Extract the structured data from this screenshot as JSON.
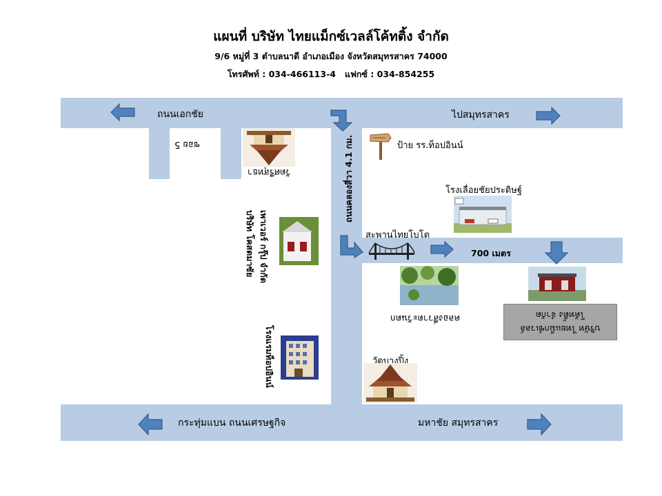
{
  "header": {
    "title": "แผนที่ บริษัท ไทยแม็กซ์เวลล์โค้ทติ้ง จำกัด",
    "address": "9/6 หมู่ที่ 3 ตำบลนาดี อำเภอเมือง จังหวัดสมุทรสาคร 74000",
    "phone": "โทรศัพท์ : 034-466113-4   แฟกซ์ : 034-854255"
  },
  "roads": {
    "top_left": "ถนนเอกชัย",
    "top_right": "ไปสมุทรสาคร",
    "vertical": "ถนนคลองสี่วา 4.1 กม.",
    "side_street": "700 เมตร",
    "bottom_left": "กระทุ่มแบน ถนนเศรษฐกิจ",
    "bottom_right": "มหาชัย สมุทรสาคร",
    "soi": "ซอย 5"
  },
  "landmarks": {
    "temple_top": "วัดศรีสุทธา",
    "school_sign": "ป้าย รร.ท็อปอินน์",
    "sawmill": "โรงเลื่อยชัยประดิษฐ์",
    "bridge": "สะพานไทยโบโต",
    "company_left_1": "บริษัท โคสตมาซัย",
    "company_left_2": "เพาเวอร์ กรุ๊ป จำกัด",
    "hotel": "โรงแรมท็อปอินน์",
    "wat_bang_ping": "วัดบางปิ้ง",
    "canal": "คลองสี่วาตะวันตก",
    "target_1": "บริษัท ไทยแม็กซ์เวลล์",
    "target_2": "โค้ทติ้ง จำกัด"
  },
  "colors": {
    "road": "#b8cce4",
    "arrow": "#4f81bd",
    "arrow_stroke": "#385d8a",
    "target_box": "#a6a6a6"
  }
}
